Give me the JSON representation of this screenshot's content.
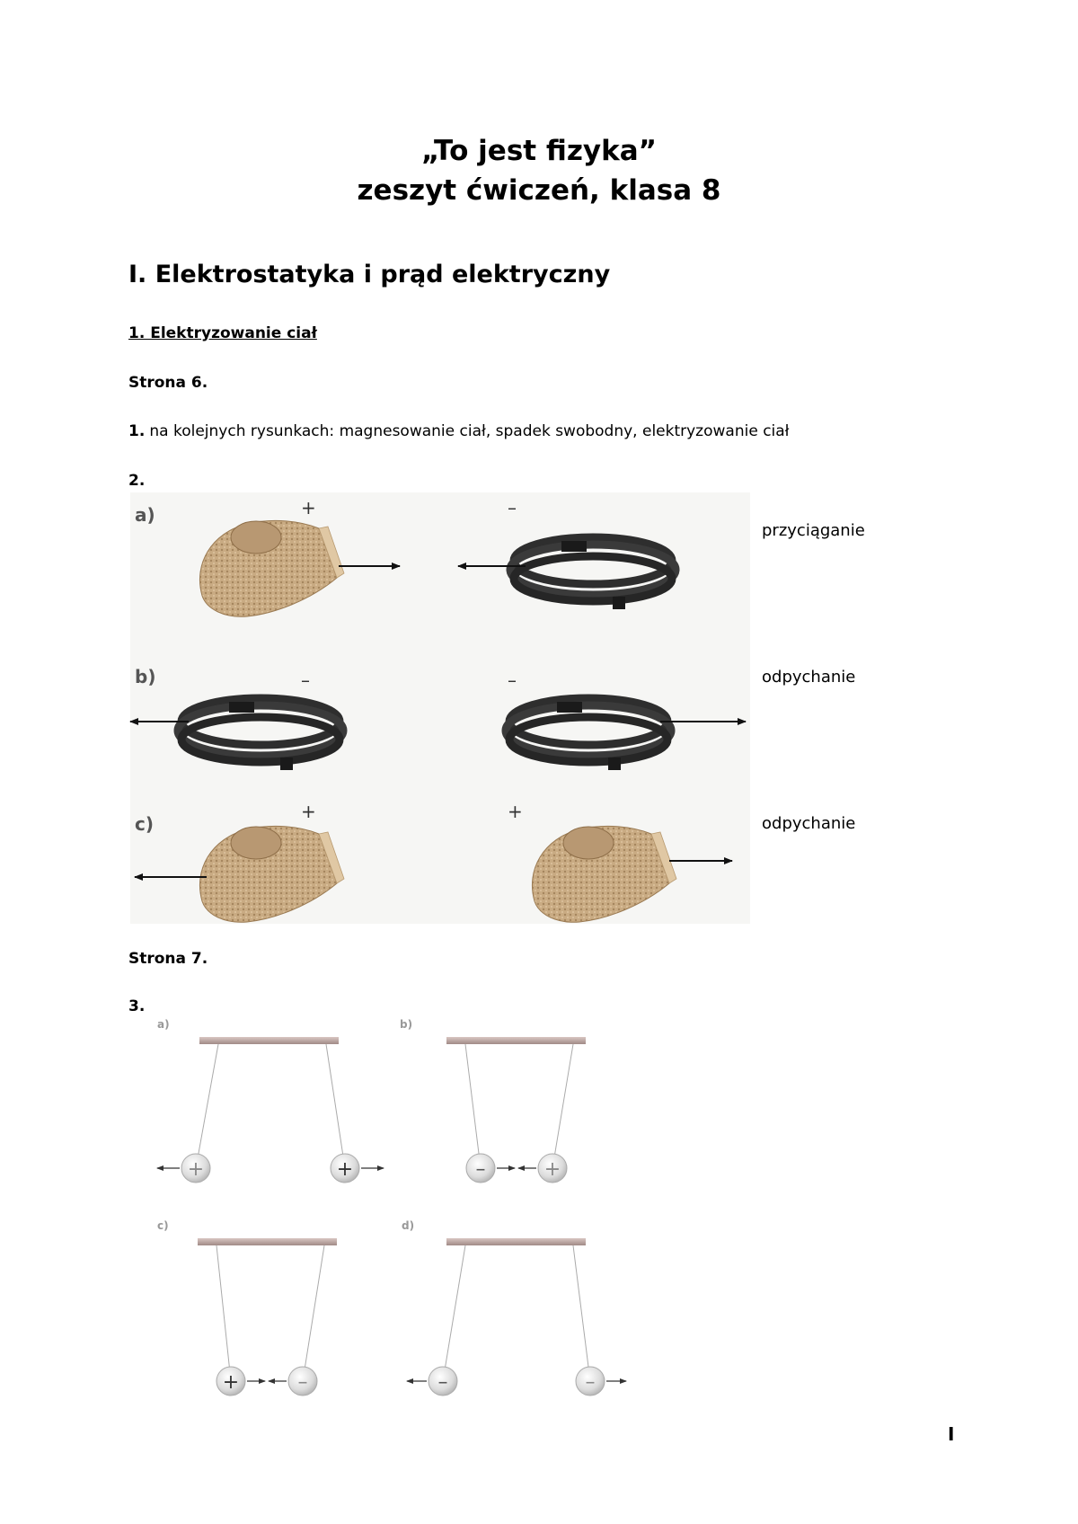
{
  "header": {
    "title_line1": "„To jest fizyka”",
    "title_line2": "zeszyt ćwiczeń, klasa 8"
  },
  "chapter": {
    "title": "I. Elektrostatyka i prąd elektryczny"
  },
  "section": {
    "title": "1. Elektryzowanie ciał"
  },
  "page6": {
    "label": "Strona 6.",
    "task1": {
      "number": "1.",
      "text": "na kolejnych rysunkach: magnesowanie ciał, spadek swobodny, elektryzowanie ciał"
    },
    "task2": {
      "number": "2.",
      "rows": [
        {
          "label": "a)",
          "left_sign": "+",
          "right_sign": "–",
          "answer": "przyciąganie"
        },
        {
          "label": "b)",
          "left_sign": "–",
          "right_sign": "–",
          "answer": "odpychanie"
        },
        {
          "label": "c)",
          "left_sign": "+",
          "right_sign": "+",
          "answer": "odpychanie"
        }
      ]
    }
  },
  "page7": {
    "label": "Strona 7.",
    "task3": {
      "number": "3.",
      "panels": [
        {
          "label": "a)",
          "left_charge": "+",
          "right_charge": "+"
        },
        {
          "label": "b)",
          "left_charge": "–",
          "right_charge": "+"
        },
        {
          "label": "c)",
          "left_charge": "+",
          "right_charge": "–"
        },
        {
          "label": "d)",
          "left_charge": "–",
          "right_charge": "–"
        }
      ]
    }
  },
  "footer": {
    "page_number": "I"
  }
}
